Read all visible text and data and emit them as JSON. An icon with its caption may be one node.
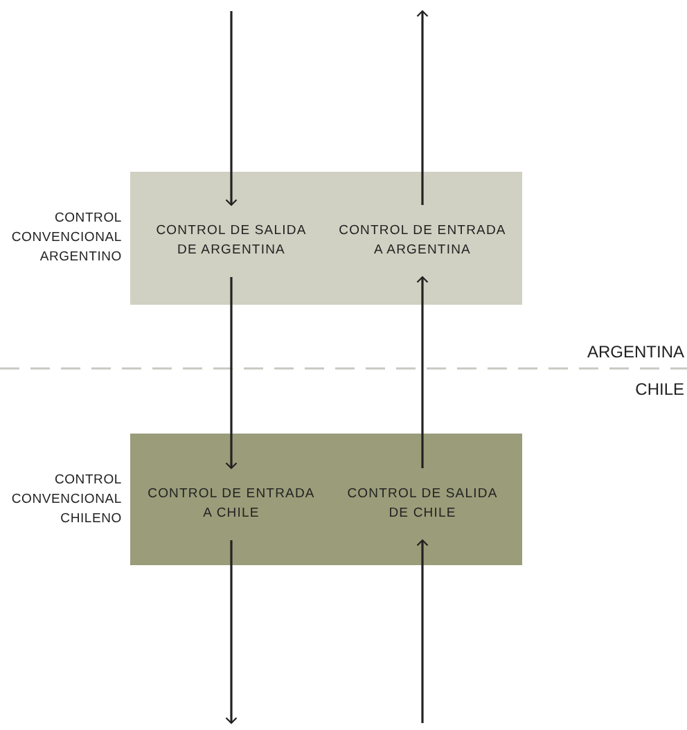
{
  "diagram": {
    "nodes": [
      {
        "text": [
          "CONTROL CONVENCIONAL ARGENTINO"
        ]
      },
      {
        "text": [
          "CONTROL DE SALIDA DE ARGENTINA"
        ],
        "in": 0
      },
      {
        "text": [
          "CONTROL DE ENTRADA A ARGENTINA"
        ],
        "in": 0
      },
      {
        "text": [
          "CONTROL CONVENCIONAL CHILENO"
        ]
      },
      {
        "text": [
          "CONTROL DE ENTRADA A CHILE"
        ],
        "in": 3
      },
      {
        "text": [
          "CONTROL DE SALIDA DE CHILE"
        ],
        "in": 3
      }
    ],
    "edges": [
      {
        "from": null,
        "to": 1,
        "arrow": "to"
      },
      {
        "from": 1,
        "to": 4,
        "arrow": "to"
      },
      {
        "from": 4,
        "to": null,
        "arrow": "to"
      },
      {
        "from": null,
        "to": 5,
        "arrow": "to"
      },
      {
        "from": 5,
        "to": 2,
        "arrow": "to"
      },
      {
        "from": 2,
        "to": null,
        "arrow": "to"
      }
    ],
    "labels": [
      "ARGENTINA",
      "CHILE"
    ]
  }
}
